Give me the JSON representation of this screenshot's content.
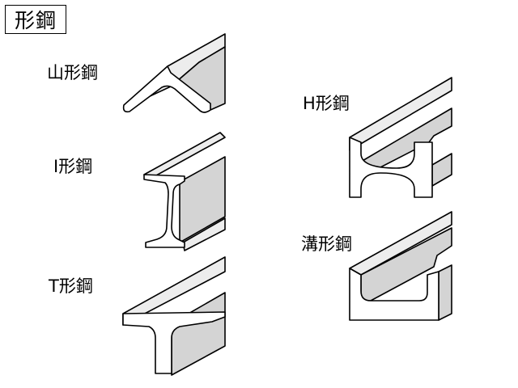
{
  "title": "形鋼",
  "colors": {
    "face": "#ffffff",
    "top": "#ededed",
    "side": "#d4d4d4",
    "stroke": "#000000"
  },
  "items": {
    "angle": {
      "label": "山形鋼"
    },
    "i_beam": {
      "label": "I形鋼"
    },
    "t_beam": {
      "label": "T形鋼"
    },
    "h_beam": {
      "label": "H形鋼"
    },
    "channel": {
      "label": "溝形鋼"
    }
  }
}
